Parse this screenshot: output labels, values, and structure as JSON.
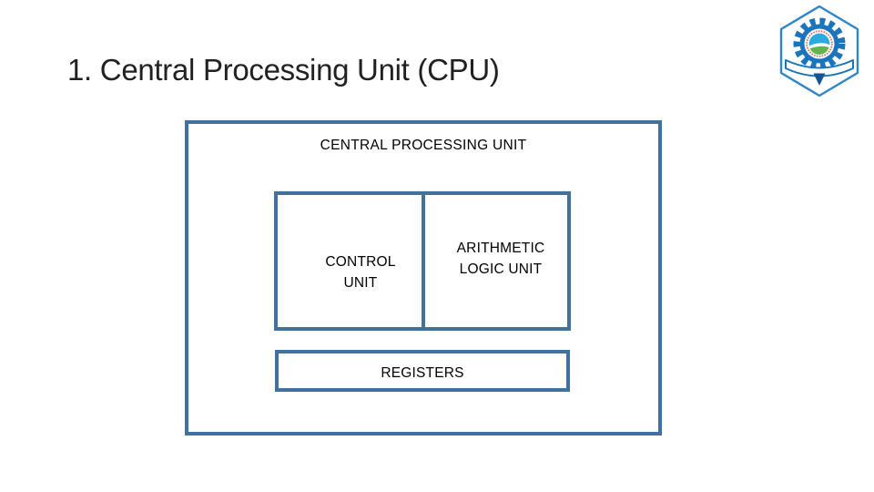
{
  "slide": {
    "title": "1. Central Processing Unit (CPU)"
  },
  "diagram": {
    "cpu_label": "CENTRAL PROCESSING UNIT",
    "control_unit_label": "CONTROL UNIT",
    "alu_label": "ARITHMETIC LOGIC UNIT",
    "registers_label": "REGISTERS"
  },
  "icons": {
    "logo": "college-emblem-logo"
  },
  "colors": {
    "accent_border": "#41719C",
    "title_text": "#212121",
    "label_text": "#000000",
    "logo_hex_blue": "#2E86C8",
    "logo_gear_blue": "#1B75BC",
    "logo_globe_blue": "#29ABE2",
    "logo_globe_green": "#62B54A",
    "logo_text_red": "#B5443A",
    "logo_dark_blue": "#15568F"
  }
}
